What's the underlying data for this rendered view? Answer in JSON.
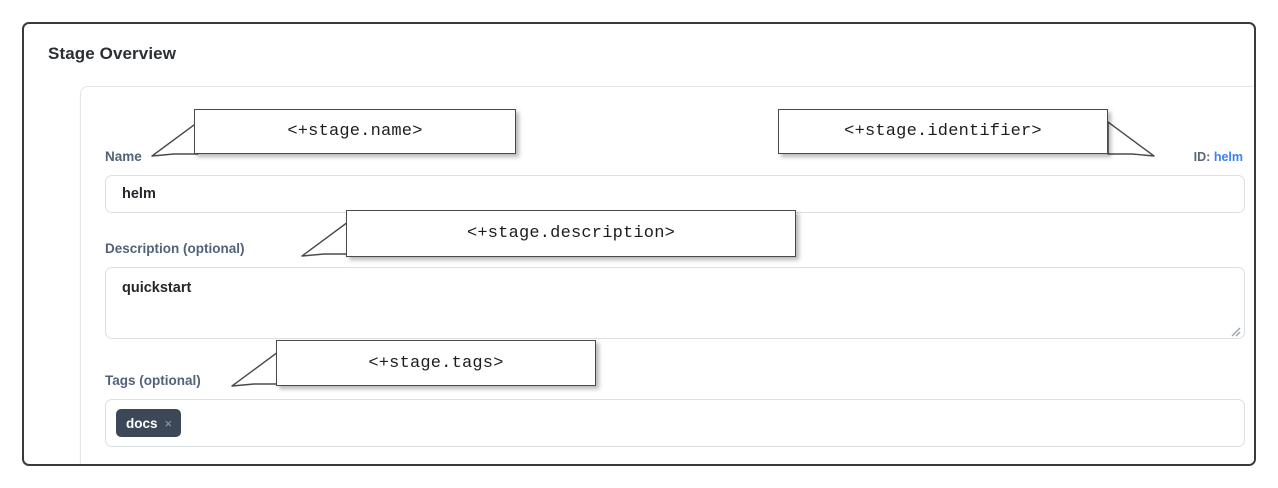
{
  "panel": {
    "title": "Stage Overview"
  },
  "identifier_badge": {
    "key": "ID:",
    "value": "helm"
  },
  "fields": {
    "name": {
      "label": "Name",
      "value": "helm",
      "placeholder": ""
    },
    "description": {
      "label": "Description (optional)",
      "value": "quickstart",
      "placeholder": ""
    },
    "tags": {
      "label": "Tags (optional)",
      "chips": [
        {
          "label": "docs",
          "remove_icon": "×"
        }
      ]
    }
  },
  "callouts": {
    "name": "<+stage.name>",
    "identifier": "<+stage.identifier>",
    "description": "<+stage.description>",
    "tags": "<+stage.tags>"
  },
  "colors": {
    "frame_border": "#3a3a3a",
    "label_text": "#51627a",
    "input_border": "#dcdfe3",
    "input_text": "#23272b",
    "title_text": "#2b2f33",
    "id_key": "#5a6472",
    "id_link": "#3b82f6",
    "tag_chip_bg": "#3c4858",
    "tag_chip_text": "#ffffff",
    "tag_chip_remove": "#97a0ad",
    "callout_border": "#4a4a4a",
    "callout_bg": "#ffffff"
  }
}
